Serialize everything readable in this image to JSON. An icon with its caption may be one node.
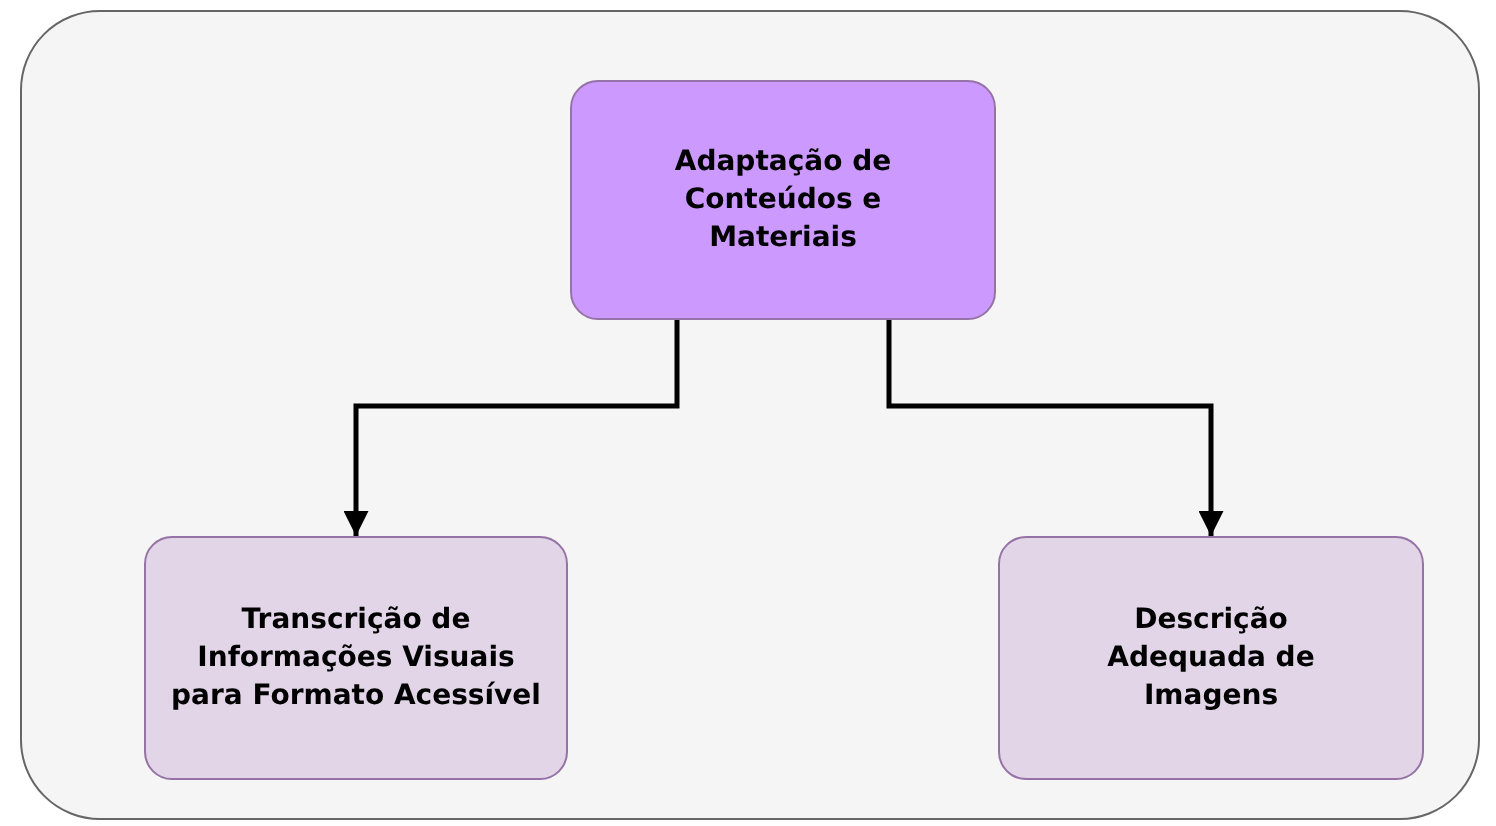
{
  "diagram": {
    "nodes": [
      {
        "text": [],
        "shape": "box"
      },
      {
        "text": [
          "Adaptação de Conteúdos e Materiais"
        ],
        "in": 0
      },
      {
        "text": [
          "Transcrição de Informações Visuais para Formato Acessível"
        ],
        "in": 0
      },
      {
        "text": [
          "Descrição Adequada de Imagens"
        ],
        "in": 0
      }
    ],
    "edges": [
      {
        "from": 1,
        "to": 2,
        "arrow": "to"
      },
      {
        "from": 1,
        "to": 3,
        "arrow": "to"
      }
    ]
  }
}
